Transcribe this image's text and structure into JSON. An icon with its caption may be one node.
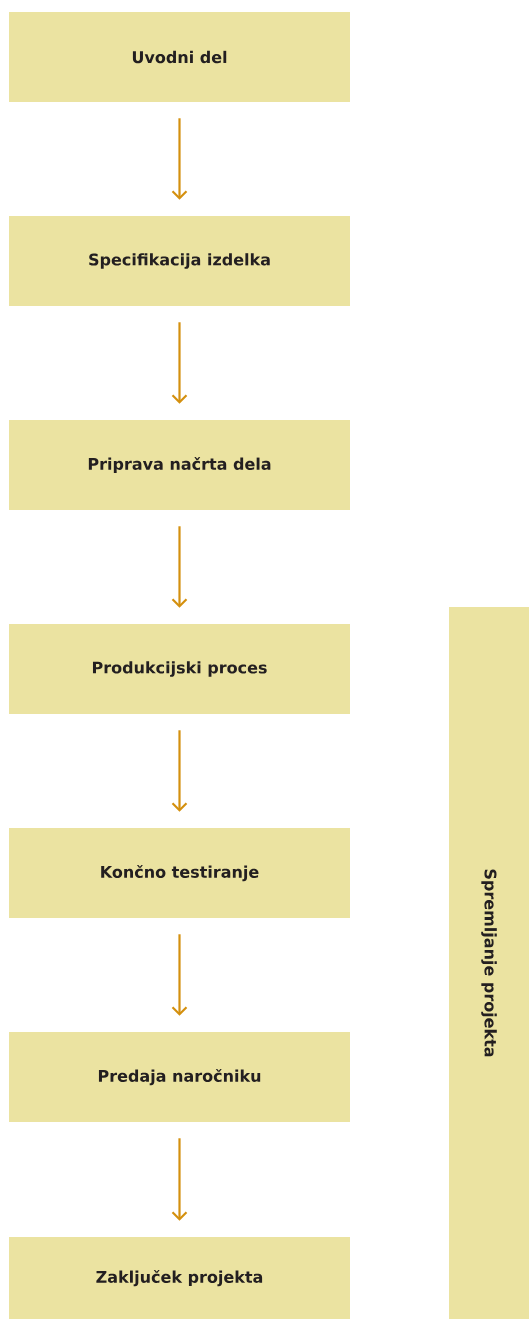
{
  "diagram": {
    "nodes": [
      {
        "text": [
          "Uvodni del"
        ]
      },
      {
        "text": [
          "Specifikacija izdelka"
        ]
      },
      {
        "text": [
          "Priprava načrta dela"
        ]
      },
      {
        "text": [
          "Produkcijski proces"
        ]
      },
      {
        "text": [
          "Končno testiranje"
        ]
      },
      {
        "text": [
          "Predaja naročniku"
        ]
      },
      {
        "text": [
          "Zaključek projekta"
        ]
      },
      {
        "text": [
          "Spremljanje projekta"
        ]
      }
    ],
    "edges": [
      {
        "from": 0,
        "to": 1,
        "arrow": "to"
      },
      {
        "from": 1,
        "to": 2,
        "arrow": "to"
      },
      {
        "from": 2,
        "to": 3,
        "arrow": "to"
      },
      {
        "from": 3,
        "to": 4,
        "arrow": "to"
      },
      {
        "from": 4,
        "to": 5,
        "arrow": "to"
      },
      {
        "from": 5,
        "to": 6,
        "arrow": "to"
      }
    ]
  }
}
